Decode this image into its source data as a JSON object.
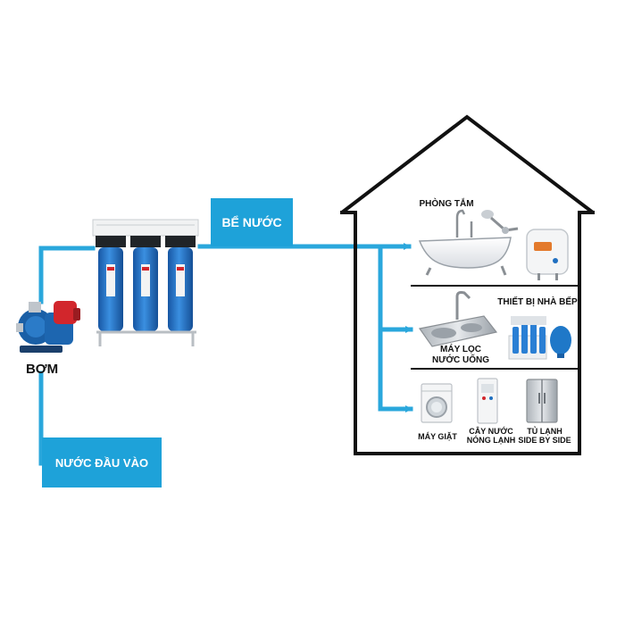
{
  "labels": {
    "pump": "BƠM",
    "water_tank": "BỂ NƯỚC",
    "water_input": "NƯỚC ĐẦU VÀO",
    "bathroom": "PHÒNG TẮM",
    "kitchen_device": "THIẾT BỊ NHÀ BẾP",
    "water_purifier_line1": "MÁY LỌC",
    "water_purifier_line2": "NƯỚC UỐNG",
    "washing_machine": "MÁY GIẶT",
    "dispenser_line1": "CÂY NƯỚC",
    "dispenser_line2": "NÓNG LẠNH",
    "fridge_line1": "TỦ LẠNH",
    "fridge_line2": "SIDE BY SIDE"
  },
  "colors": {
    "pipe": "#2aa7dc",
    "label_box": "#1ea2d9",
    "house_outline": "#111111",
    "filter_housing": "#1f6fc0",
    "pump_body": "#1a5fa6",
    "pump_motor": "#d2262c"
  }
}
